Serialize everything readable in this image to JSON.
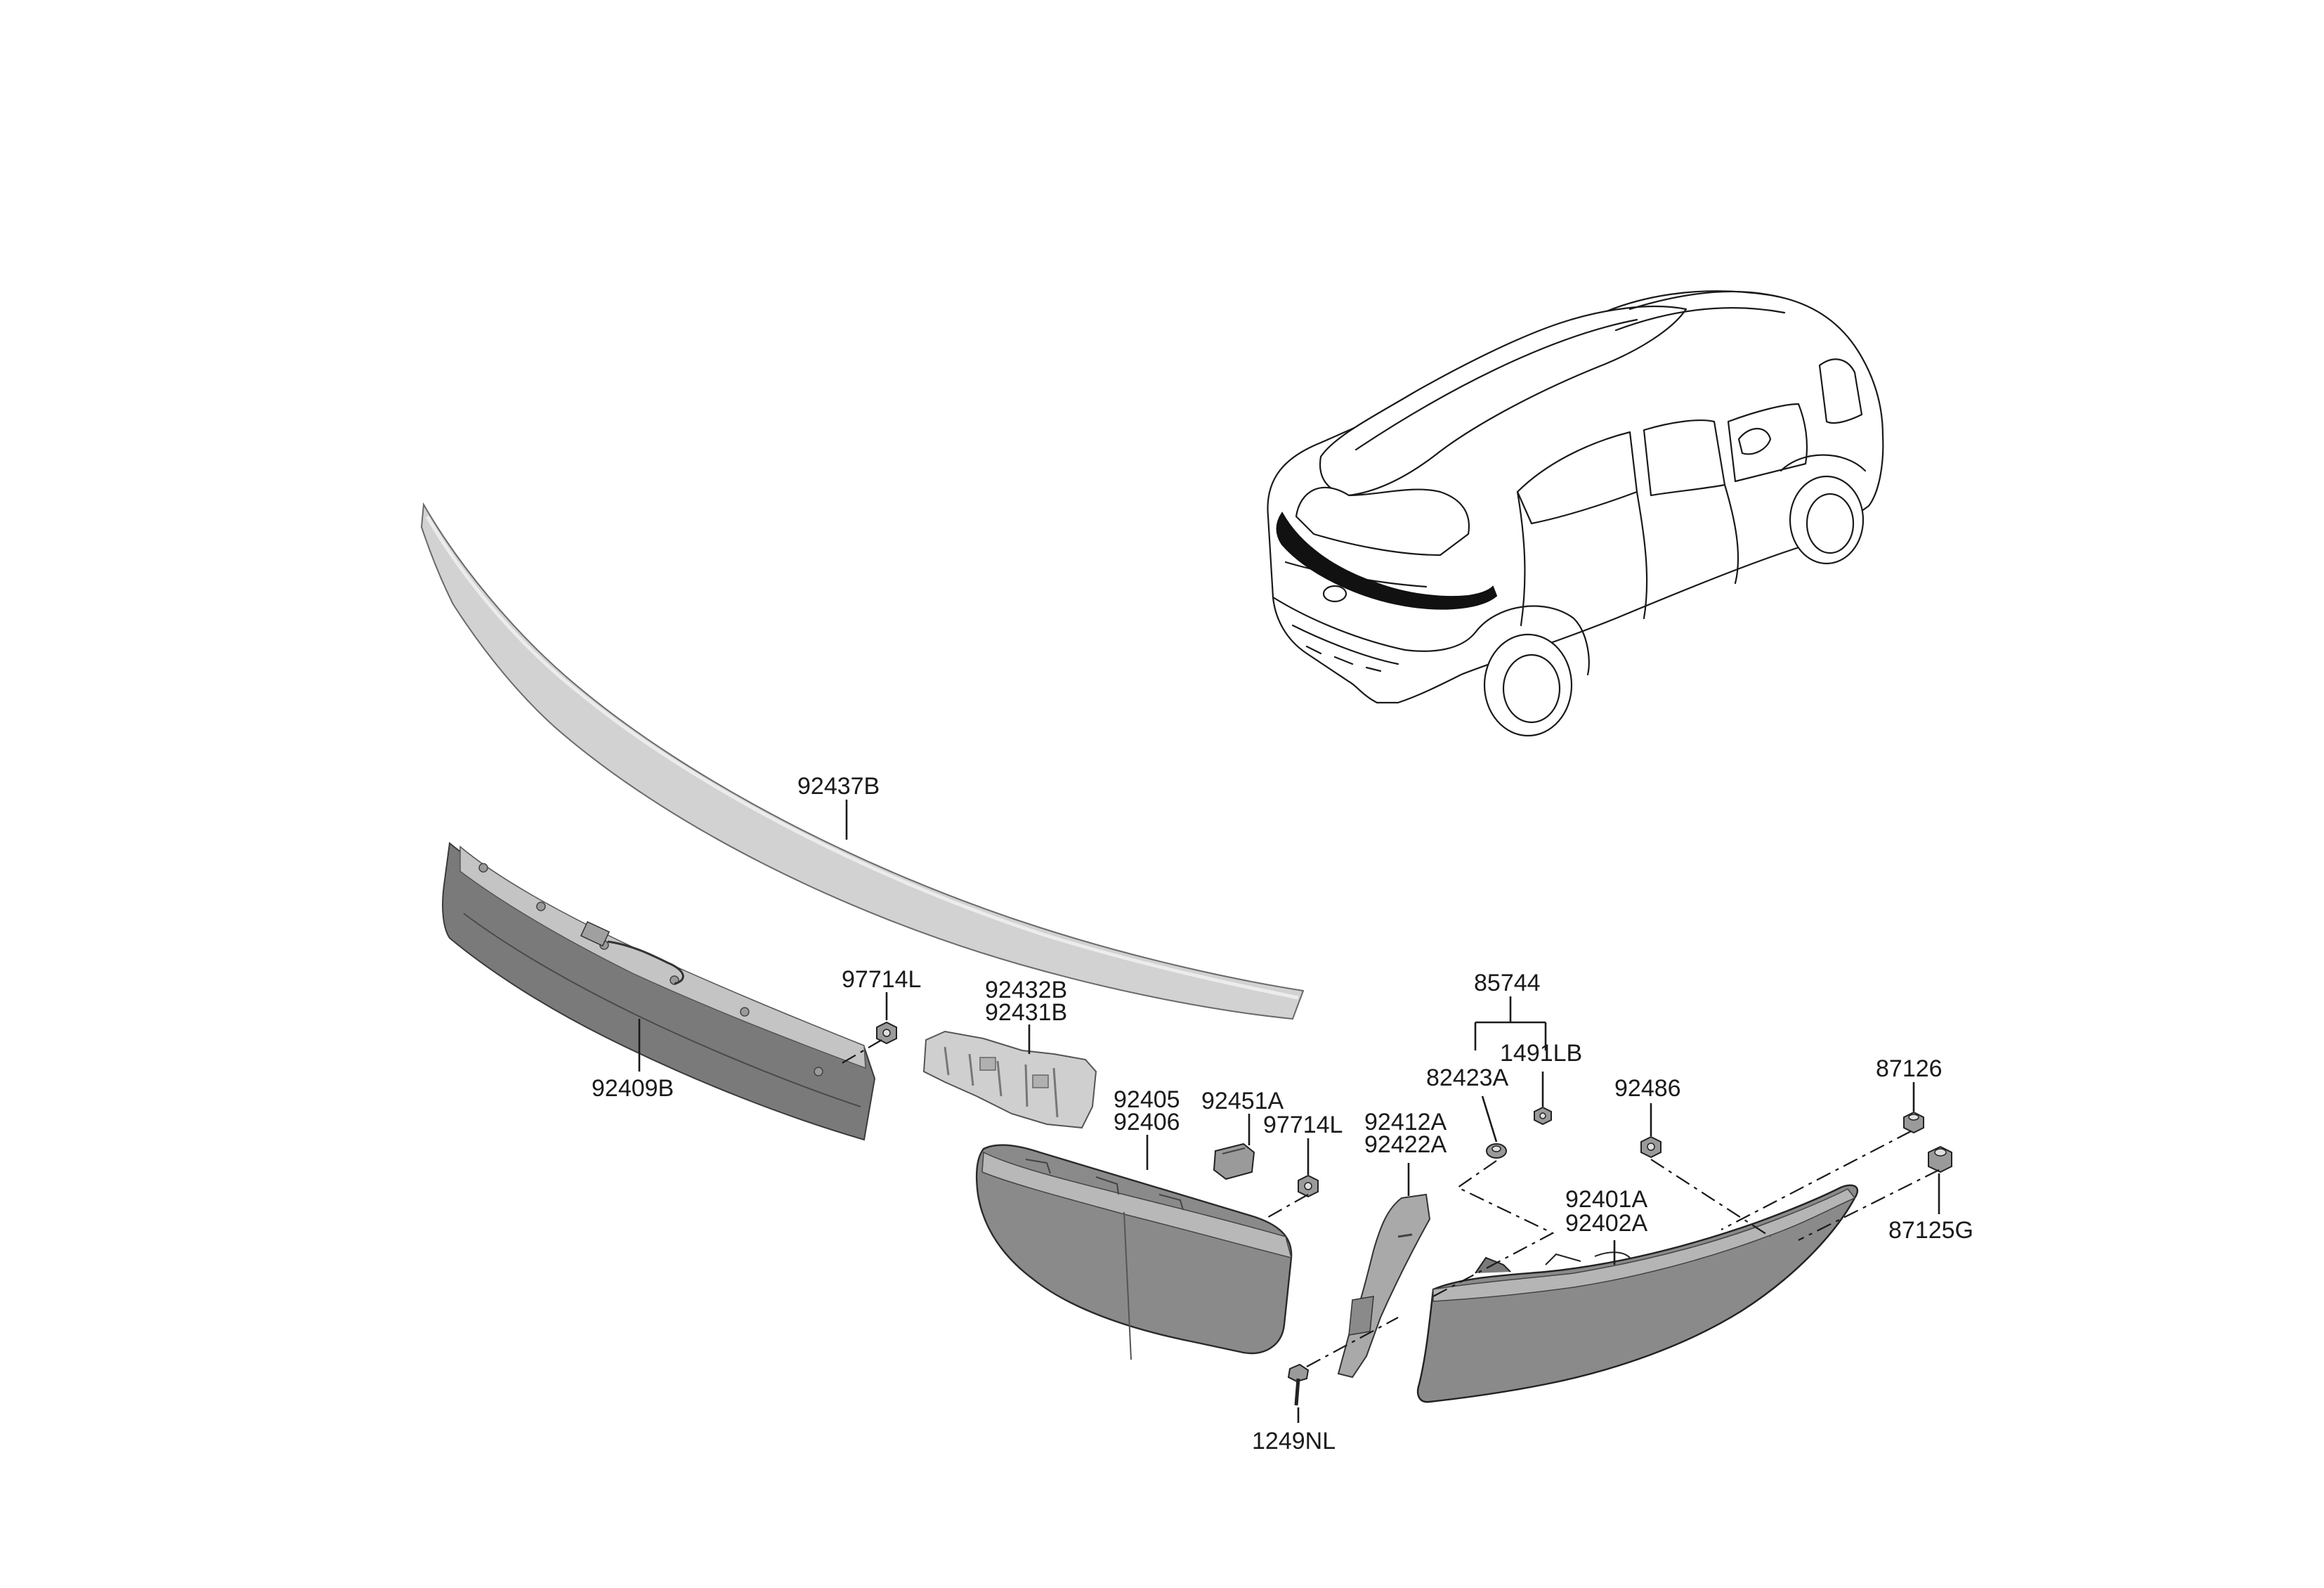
{
  "colors": {
    "line": "#1a1a1a",
    "part_light": "#cfcfcf",
    "part_mid": "#a9a9a9",
    "part_dark": "#7d7d7d",
    "part_shadow": "#5e5e5e",
    "highlight_black": "#111111"
  },
  "labels": {
    "l_92437B": "92437B",
    "l_92409B": "92409B",
    "l_97714L_a": "97714L",
    "l_92432B": "92432B",
    "l_92431B": "92431B",
    "l_92405": "92405",
    "l_92406": "92406",
    "l_92451A": "92451A",
    "l_97714L_b": "97714L",
    "l_92412A": "92412A",
    "l_92422A": "92422A",
    "l_85744": "85744",
    "l_82423A": "82423A",
    "l_1491LB": "1491LB",
    "l_92486": "92486",
    "l_92401A": "92401A",
    "l_92402A": "92402A",
    "l_87126": "87126",
    "l_87125G": "87125G",
    "l_1249NL": "1249NL"
  }
}
